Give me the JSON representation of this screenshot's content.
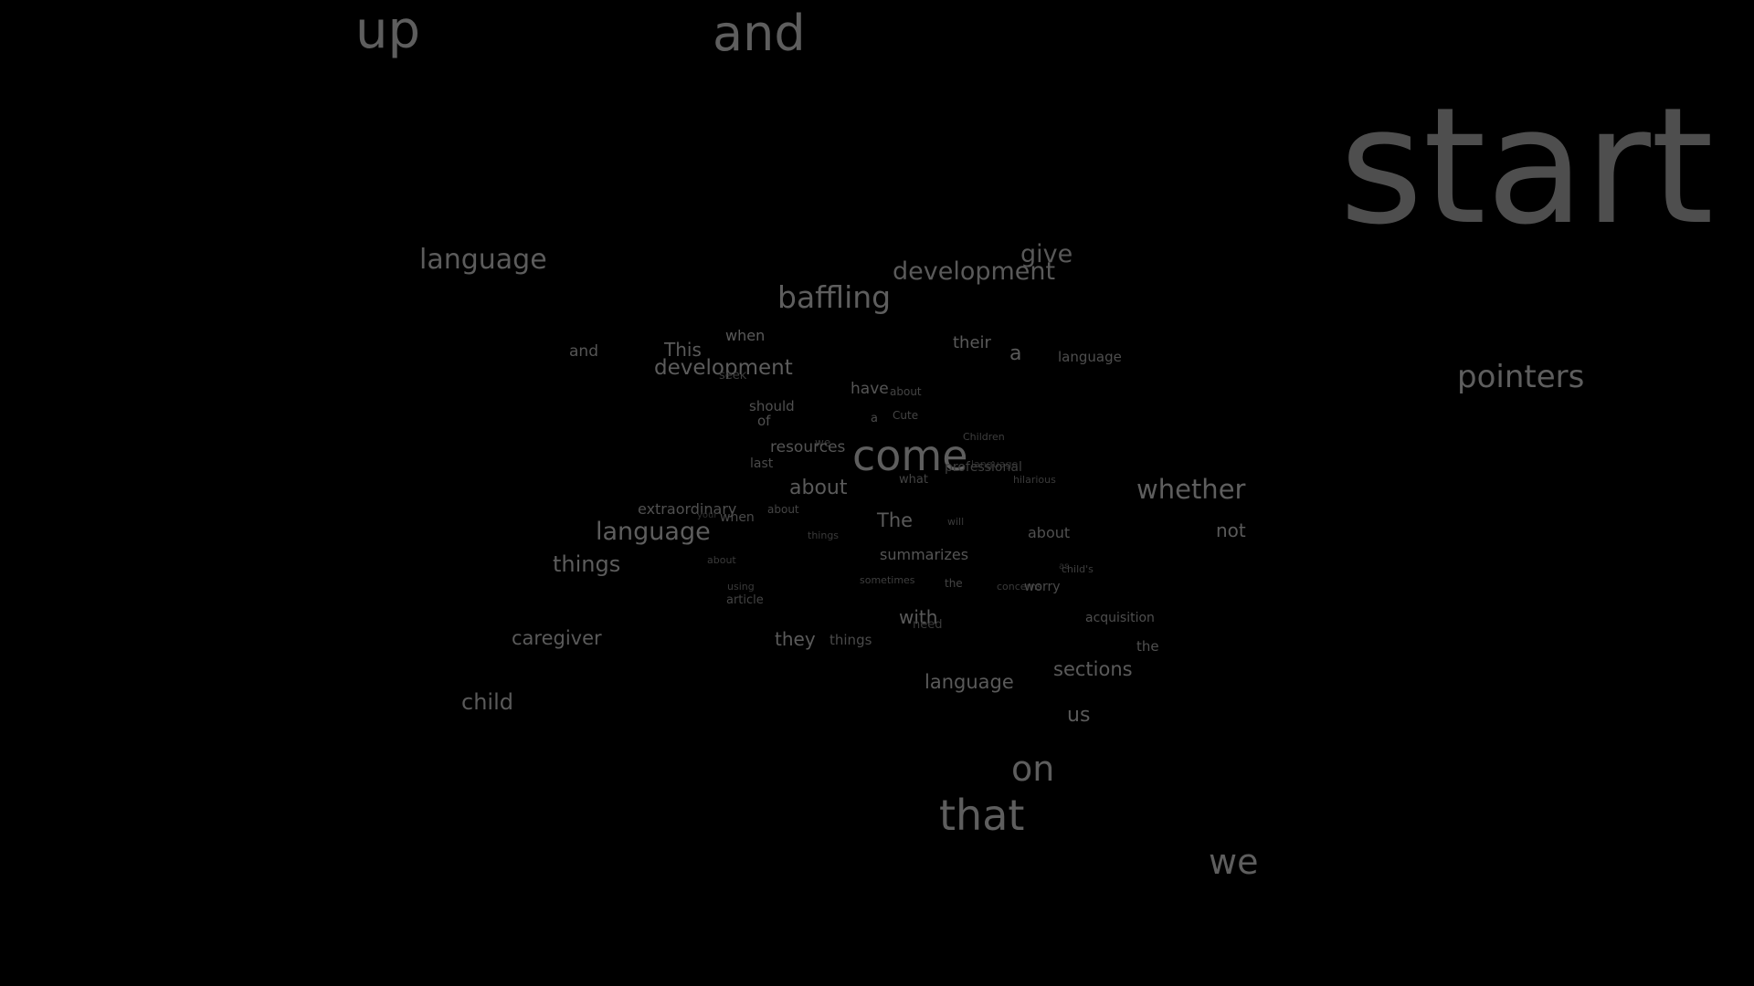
{
  "background": "#000000",
  "text_color": "#5a5a5a",
  "words": [
    {
      "text": "up",
      "shade": "#5e5e5e"
    },
    {
      "text": "and",
      "shade": "#5e5e5e"
    },
    {
      "text": "start",
      "shade": "#4e4e4e"
    },
    {
      "text": "language",
      "shade": "#5c5c5c"
    },
    {
      "text": "give",
      "shade": "#585858"
    },
    {
      "text": "development",
      "shade": "#5a5a5a"
    },
    {
      "text": "baffling",
      "shade": "#5e5e5e"
    },
    {
      "text": "pointers",
      "shade": "#5e5e5e"
    },
    {
      "text": "when",
      "shade": "#5a5a5a"
    },
    {
      "text": "and",
      "shade": "#555555"
    },
    {
      "text": "This",
      "shade": "#5a5a5a"
    },
    {
      "text": "their",
      "shade": "#5a5a5a"
    },
    {
      "text": "a",
      "shade": "#5a5a5a"
    },
    {
      "text": "language",
      "shade": "#4e4e4e"
    },
    {
      "text": "development",
      "shade": "#5c5c5c"
    },
    {
      "text": "seek",
      "shade": "#3e3e3e"
    },
    {
      "text": "have",
      "shade": "#555555"
    },
    {
      "text": "about",
      "shade": "#444444"
    },
    {
      "text": "should",
      "shade": "#505050"
    },
    {
      "text": "of",
      "shade": "#505050"
    },
    {
      "text": "a",
      "shade": "#4a4a4a"
    },
    {
      "text": "Cute",
      "shade": "#444444"
    },
    {
      "text": "Children",
      "shade": "#3e3e3e"
    },
    {
      "text": "we",
      "shade": "#3a3a3a"
    },
    {
      "text": "resources",
      "shade": "#555555"
    },
    {
      "text": "come",
      "shade": "#5e5e5e"
    },
    {
      "text": "language",
      "shade": "#303030"
    },
    {
      "text": "last",
      "shade": "#4a4a4a"
    },
    {
      "text": "professional",
      "shade": "#3e3e3e"
    },
    {
      "text": "what",
      "shade": "#444444"
    },
    {
      "text": "hilarious",
      "shade": "#3a3a3a"
    },
    {
      "text": "about",
      "shade": "#5a5a5a"
    },
    {
      "text": "whether",
      "shade": "#5e5e5e"
    },
    {
      "text": "extraordinary",
      "shade": "#505050"
    },
    {
      "text": "about",
      "shade": "#444444"
    },
    {
      "text": "your",
      "shade": "#303030"
    },
    {
      "text": "when",
      "shade": "#4a4a4a"
    },
    {
      "text": "The",
      "shade": "#5a5a5a"
    },
    {
      "text": "will",
      "shade": "#3a3a3a"
    },
    {
      "text": "language",
      "shade": "#5e5e5e"
    },
    {
      "text": "things",
      "shade": "#3a3a3a"
    },
    {
      "text": "about",
      "shade": "#505050"
    },
    {
      "text": "not",
      "shade": "#5a5a5a"
    },
    {
      "text": "things",
      "shade": "#5c5c5c"
    },
    {
      "text": "summarizes",
      "shade": "#555555"
    },
    {
      "text": "about",
      "shade": "#3a3a3a"
    },
    {
      "text": "as",
      "shade": "#303030"
    },
    {
      "text": "child's",
      "shade": "#3e3e3e"
    },
    {
      "text": "using",
      "shade": "#3a3a3a"
    },
    {
      "text": "sometimes",
      "shade": "#3e3e3e"
    },
    {
      "text": "the",
      "shade": "#444444"
    },
    {
      "text": "concerns",
      "shade": "#3a3a3a"
    },
    {
      "text": "worry",
      "shade": "#4a4a4a"
    },
    {
      "text": "article",
      "shade": "#444444"
    },
    {
      "text": "with",
      "shade": "#5a5a5a"
    },
    {
      "text": "need",
      "shade": "#3a3a3a"
    },
    {
      "text": "acquisition",
      "shade": "#4e4e4e"
    },
    {
      "text": "caregiver",
      "shade": "#5a5a5a"
    },
    {
      "text": "they",
      "shade": "#5a5a5a"
    },
    {
      "text": "things",
      "shade": "#4a4a4a"
    },
    {
      "text": "the",
      "shade": "#505050"
    },
    {
      "text": "language",
      "shade": "#5a5a5a"
    },
    {
      "text": "sections",
      "shade": "#5a5a5a"
    },
    {
      "text": "child",
      "shade": "#5a5a5a"
    },
    {
      "text": "us",
      "shade": "#5a5a5a"
    },
    {
      "text": "on",
      "shade": "#5e5e5e"
    },
    {
      "text": "that",
      "shade": "#5e5e5e"
    },
    {
      "text": "we",
      "shade": "#5e5e5e"
    }
  ]
}
